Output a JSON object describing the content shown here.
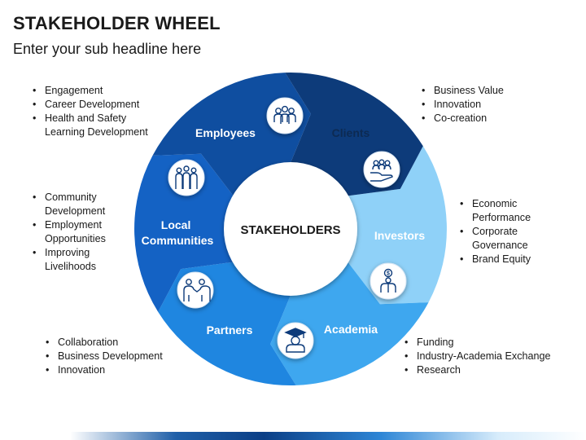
{
  "header": {
    "title": "STAKEHOLDER WHEEL",
    "subtitle": "Enter your sub headline here"
  },
  "center_label": "STAKEHOLDERS",
  "segments": [
    {
      "label": "Employees",
      "color": "#0d3b7a",
      "icon": "team-icon",
      "bullets": [
        "Engagement",
        "Career Development",
        "Health and Safety Learning Development"
      ]
    },
    {
      "label": "Clients",
      "color": "#8fd1f8",
      "icon": "hand-people-icon",
      "bullets": [
        "Business Value",
        "Innovation",
        "Co-creation"
      ]
    },
    {
      "label": "Investors",
      "color": "#3ea7ef",
      "icon": "investor-icon",
      "bullets": [
        "Economic Performance",
        "Corporate Governance",
        "Brand Equity"
      ]
    },
    {
      "label": "Academia",
      "color": "#1f86e0",
      "icon": "graduate-icon",
      "bullets": [
        "Funding",
        "Industry-Academia Exchange",
        "Research"
      ]
    },
    {
      "label": "Partners",
      "color": "#1462c4",
      "icon": "handshake-icon",
      "bullets": [
        "Collaboration",
        "Business Development",
        "Innovation"
      ]
    },
    {
      "label": "Local Communities",
      "color": "#0f4ea0",
      "icon": "community-icon",
      "bullets": [
        "Community Development",
        "Employment Opportunities",
        "Improving Livelihoods"
      ]
    }
  ]
}
